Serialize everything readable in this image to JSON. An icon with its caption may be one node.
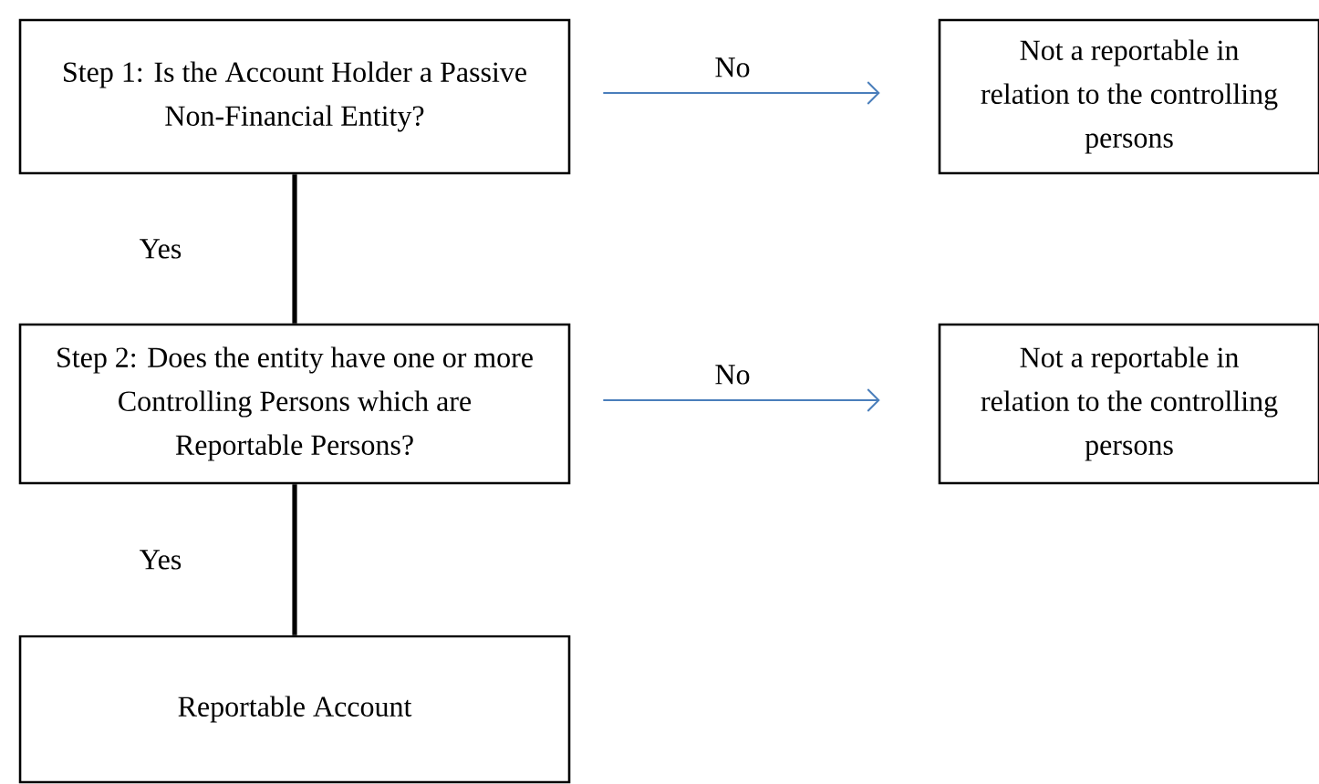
{
  "diagram": {
    "nodes": [
      {
        "text": [
          "Step 1: Is the Account Holder a Passive Non-Financial Entity?"
        ]
      },
      {
        "text": [
          "Not a reportable in relation to the controlling persons"
        ]
      },
      {
        "text": [
          "Step 2: Does the entity have one or more Controlling Persons which are Reportable Persons?"
        ]
      },
      {
        "text": [
          "Not a reportable in relation to the controlling persons"
        ]
      },
      {
        "text": [
          "Reportable Account"
        ]
      }
    ],
    "edges": [
      {
        "from": 0,
        "to": 1,
        "arrow": "to",
        "label": "No",
        "color": "#4a7ebb"
      },
      {
        "from": 0,
        "to": 2,
        "arrow": "none",
        "label": "Yes",
        "style": "thick",
        "color": "#000000"
      },
      {
        "from": 2,
        "to": 3,
        "arrow": "to",
        "label": "No",
        "color": "#4a7ebb"
      },
      {
        "from": 2,
        "to": 4,
        "arrow": "none",
        "label": "Yes",
        "style": "thick",
        "color": "#000000"
      }
    ]
  }
}
